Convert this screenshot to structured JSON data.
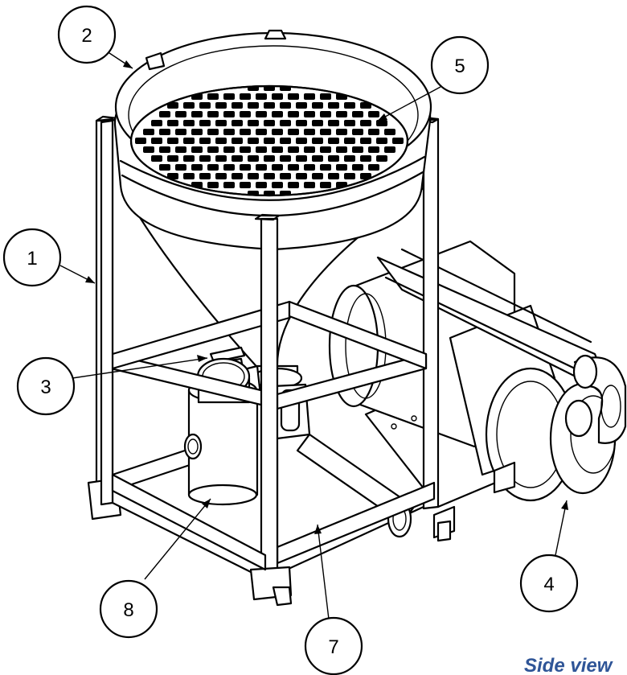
{
  "callouts": [
    {
      "id": "1",
      "label": "1"
    },
    {
      "id": "2",
      "label": "2"
    },
    {
      "id": "3",
      "label": "3"
    },
    {
      "id": "4",
      "label": "4"
    },
    {
      "id": "5",
      "label": "5"
    },
    {
      "id": "7",
      "label": "7"
    },
    {
      "id": "8",
      "label": "8"
    }
  ],
  "caption": "Side view",
  "colors": {
    "line": "#000000",
    "background": "#ffffff",
    "caption": "#2f5597"
  }
}
